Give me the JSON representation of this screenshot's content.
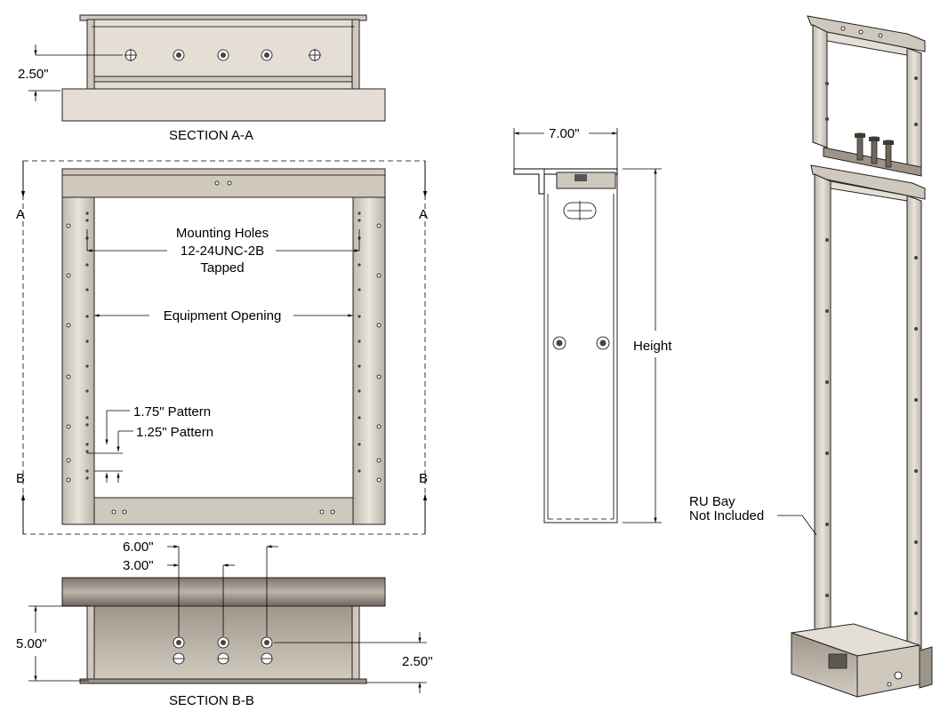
{
  "labels": {
    "section_aa_title": "SECTION A-A",
    "section_bb_title": "SECTION B-B",
    "dim_top_250": "2.50\"",
    "dim_700": "7.00\"",
    "dim_height": "Height",
    "mounting_holes_line1": "Mounting Holes",
    "mounting_holes_line2": "12-24UNC-2B",
    "mounting_holes_line3": "Tapped",
    "equipment_opening": "Equipment Opening",
    "pattern_175": "1.75\" Pattern",
    "pattern_125": "1.25\" Pattern",
    "marker_a_left": "A",
    "marker_a_right": "A",
    "marker_b_left": "B",
    "marker_b_right": "B",
    "dim_600": "6.00\"",
    "dim_300": "3.00\"",
    "dim_500": "5.00\"",
    "dim_bottom_250": "2.50\"",
    "ru_bay_line1": "RU Bay",
    "ru_bay_line2": "Not Included"
  }
}
